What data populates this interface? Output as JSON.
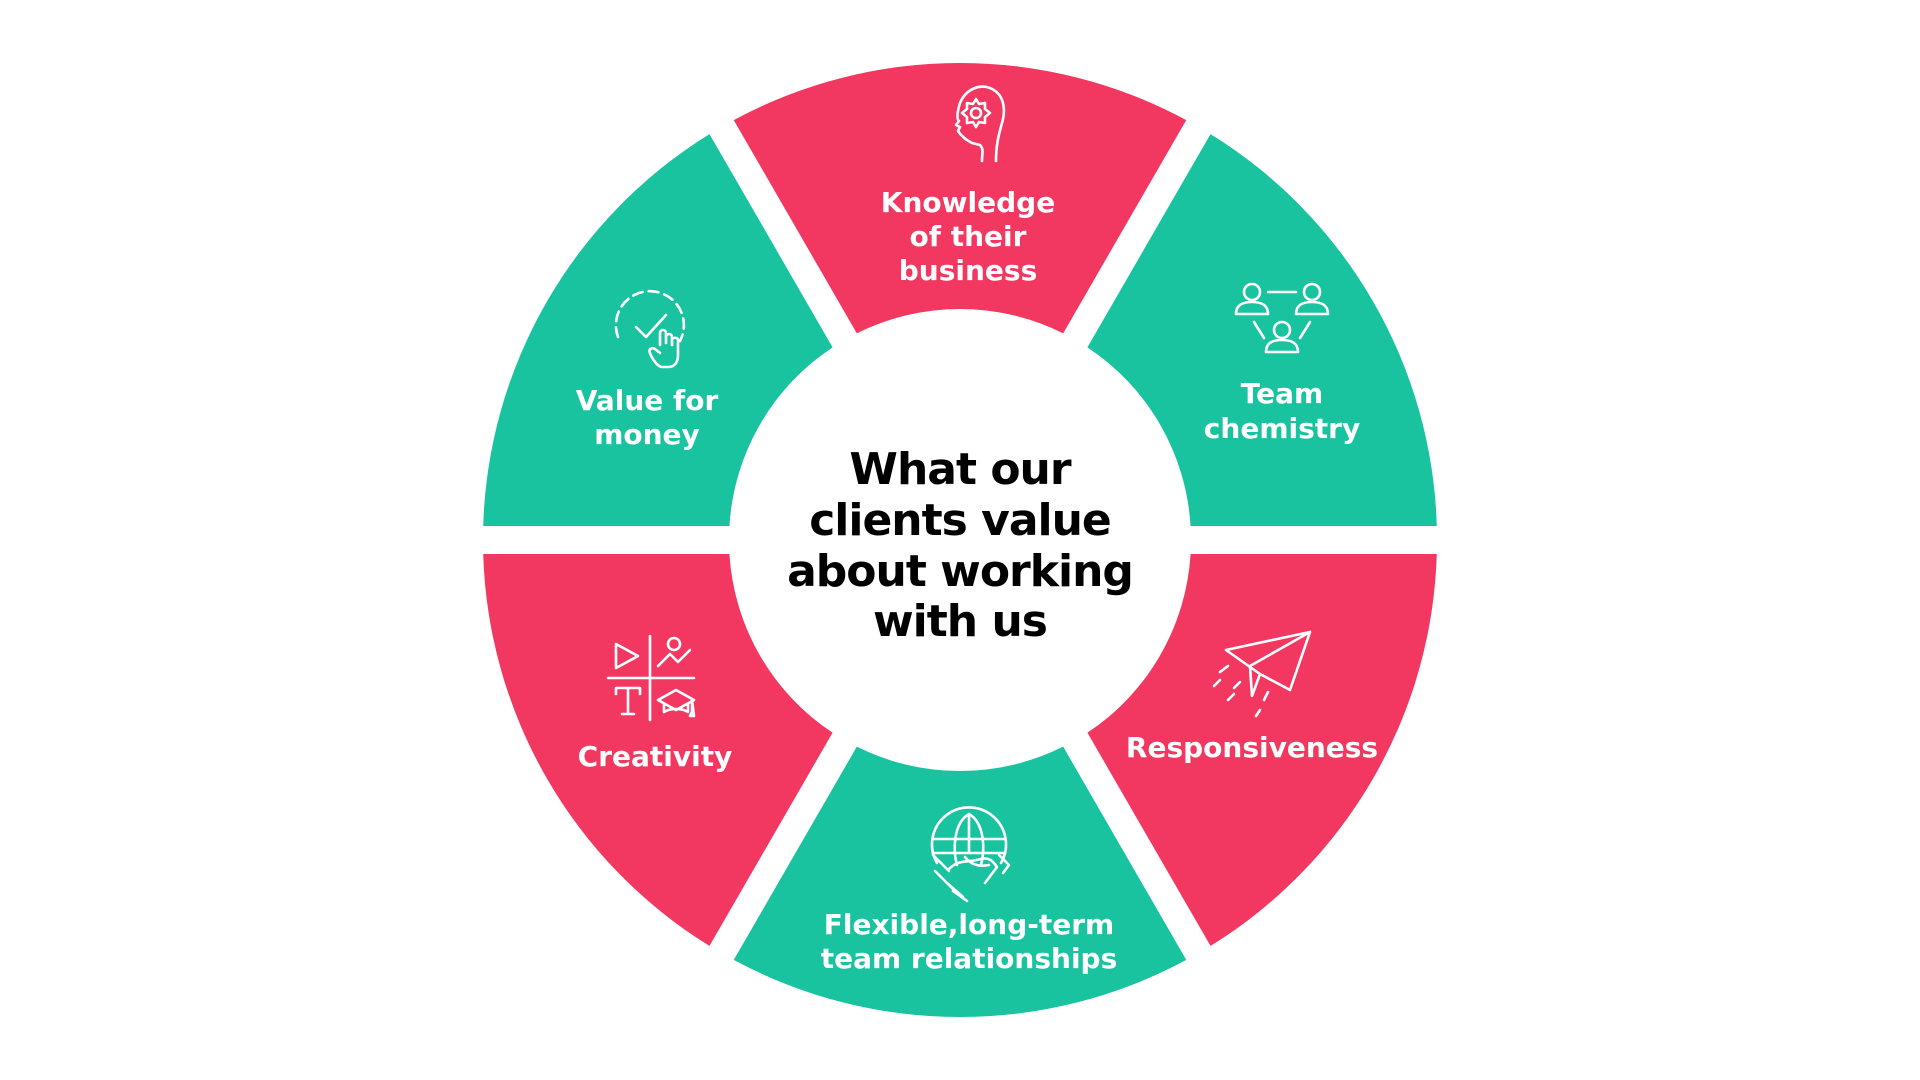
{
  "title_lines": [
    "What our",
    "clients value",
    "about working",
    "with us"
  ],
  "colors": {
    "pink": "#F23860",
    "teal": "#19C3A0",
    "background": "#FFFFFF",
    "title": "#000000",
    "label": "#FFFFFF"
  },
  "segments": [
    {
      "id": "knowledge",
      "label_lines": [
        "Knowledge",
        "of their",
        "business"
      ],
      "color": "pink",
      "icon": "head-gear-icon"
    },
    {
      "id": "team-chemistry",
      "label_lines": [
        "Team",
        "chemistry"
      ],
      "color": "teal",
      "icon": "team-network-icon"
    },
    {
      "id": "responsiveness",
      "label_lines": [
        "Responsiveness"
      ],
      "color": "pink",
      "icon": "paper-plane-icon"
    },
    {
      "id": "flexible",
      "label_lines": [
        "Flexible,long-term",
        "team relationships"
      ],
      "color": "teal",
      "icon": "globe-handshake-icon"
    },
    {
      "id": "creativity",
      "label_lines": [
        "Creativity"
      ],
      "color": "pink",
      "icon": "creative-grid-icon"
    },
    {
      "id": "value-for-money",
      "label_lines": [
        "Value for",
        "money"
      ],
      "color": "teal",
      "icon": "check-click-icon"
    }
  ]
}
